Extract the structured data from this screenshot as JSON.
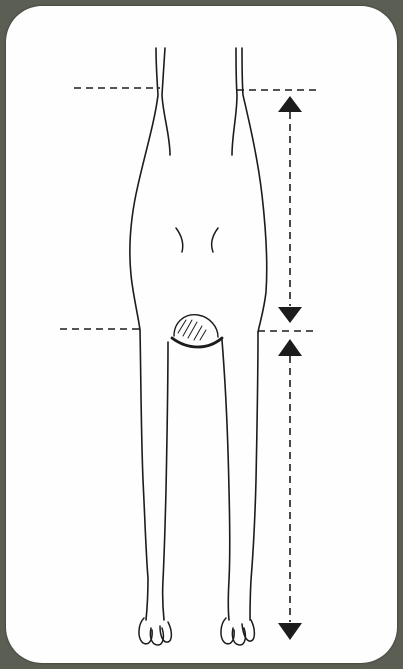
{
  "figure": {
    "subject": "front-view-legs",
    "colors": {
      "background": "#5b5e53",
      "panel": "#fefefe",
      "ink": "#1c1c1c"
    },
    "measurements": [
      {
        "name": "upper-segment",
        "from": "top-reference-line",
        "to": "middle-reference-line",
        "arrowheads": "both"
      },
      {
        "name": "lower-segment",
        "from": "middle-reference-line",
        "to": "bottom-end",
        "arrowheads": "both"
      }
    ]
  }
}
